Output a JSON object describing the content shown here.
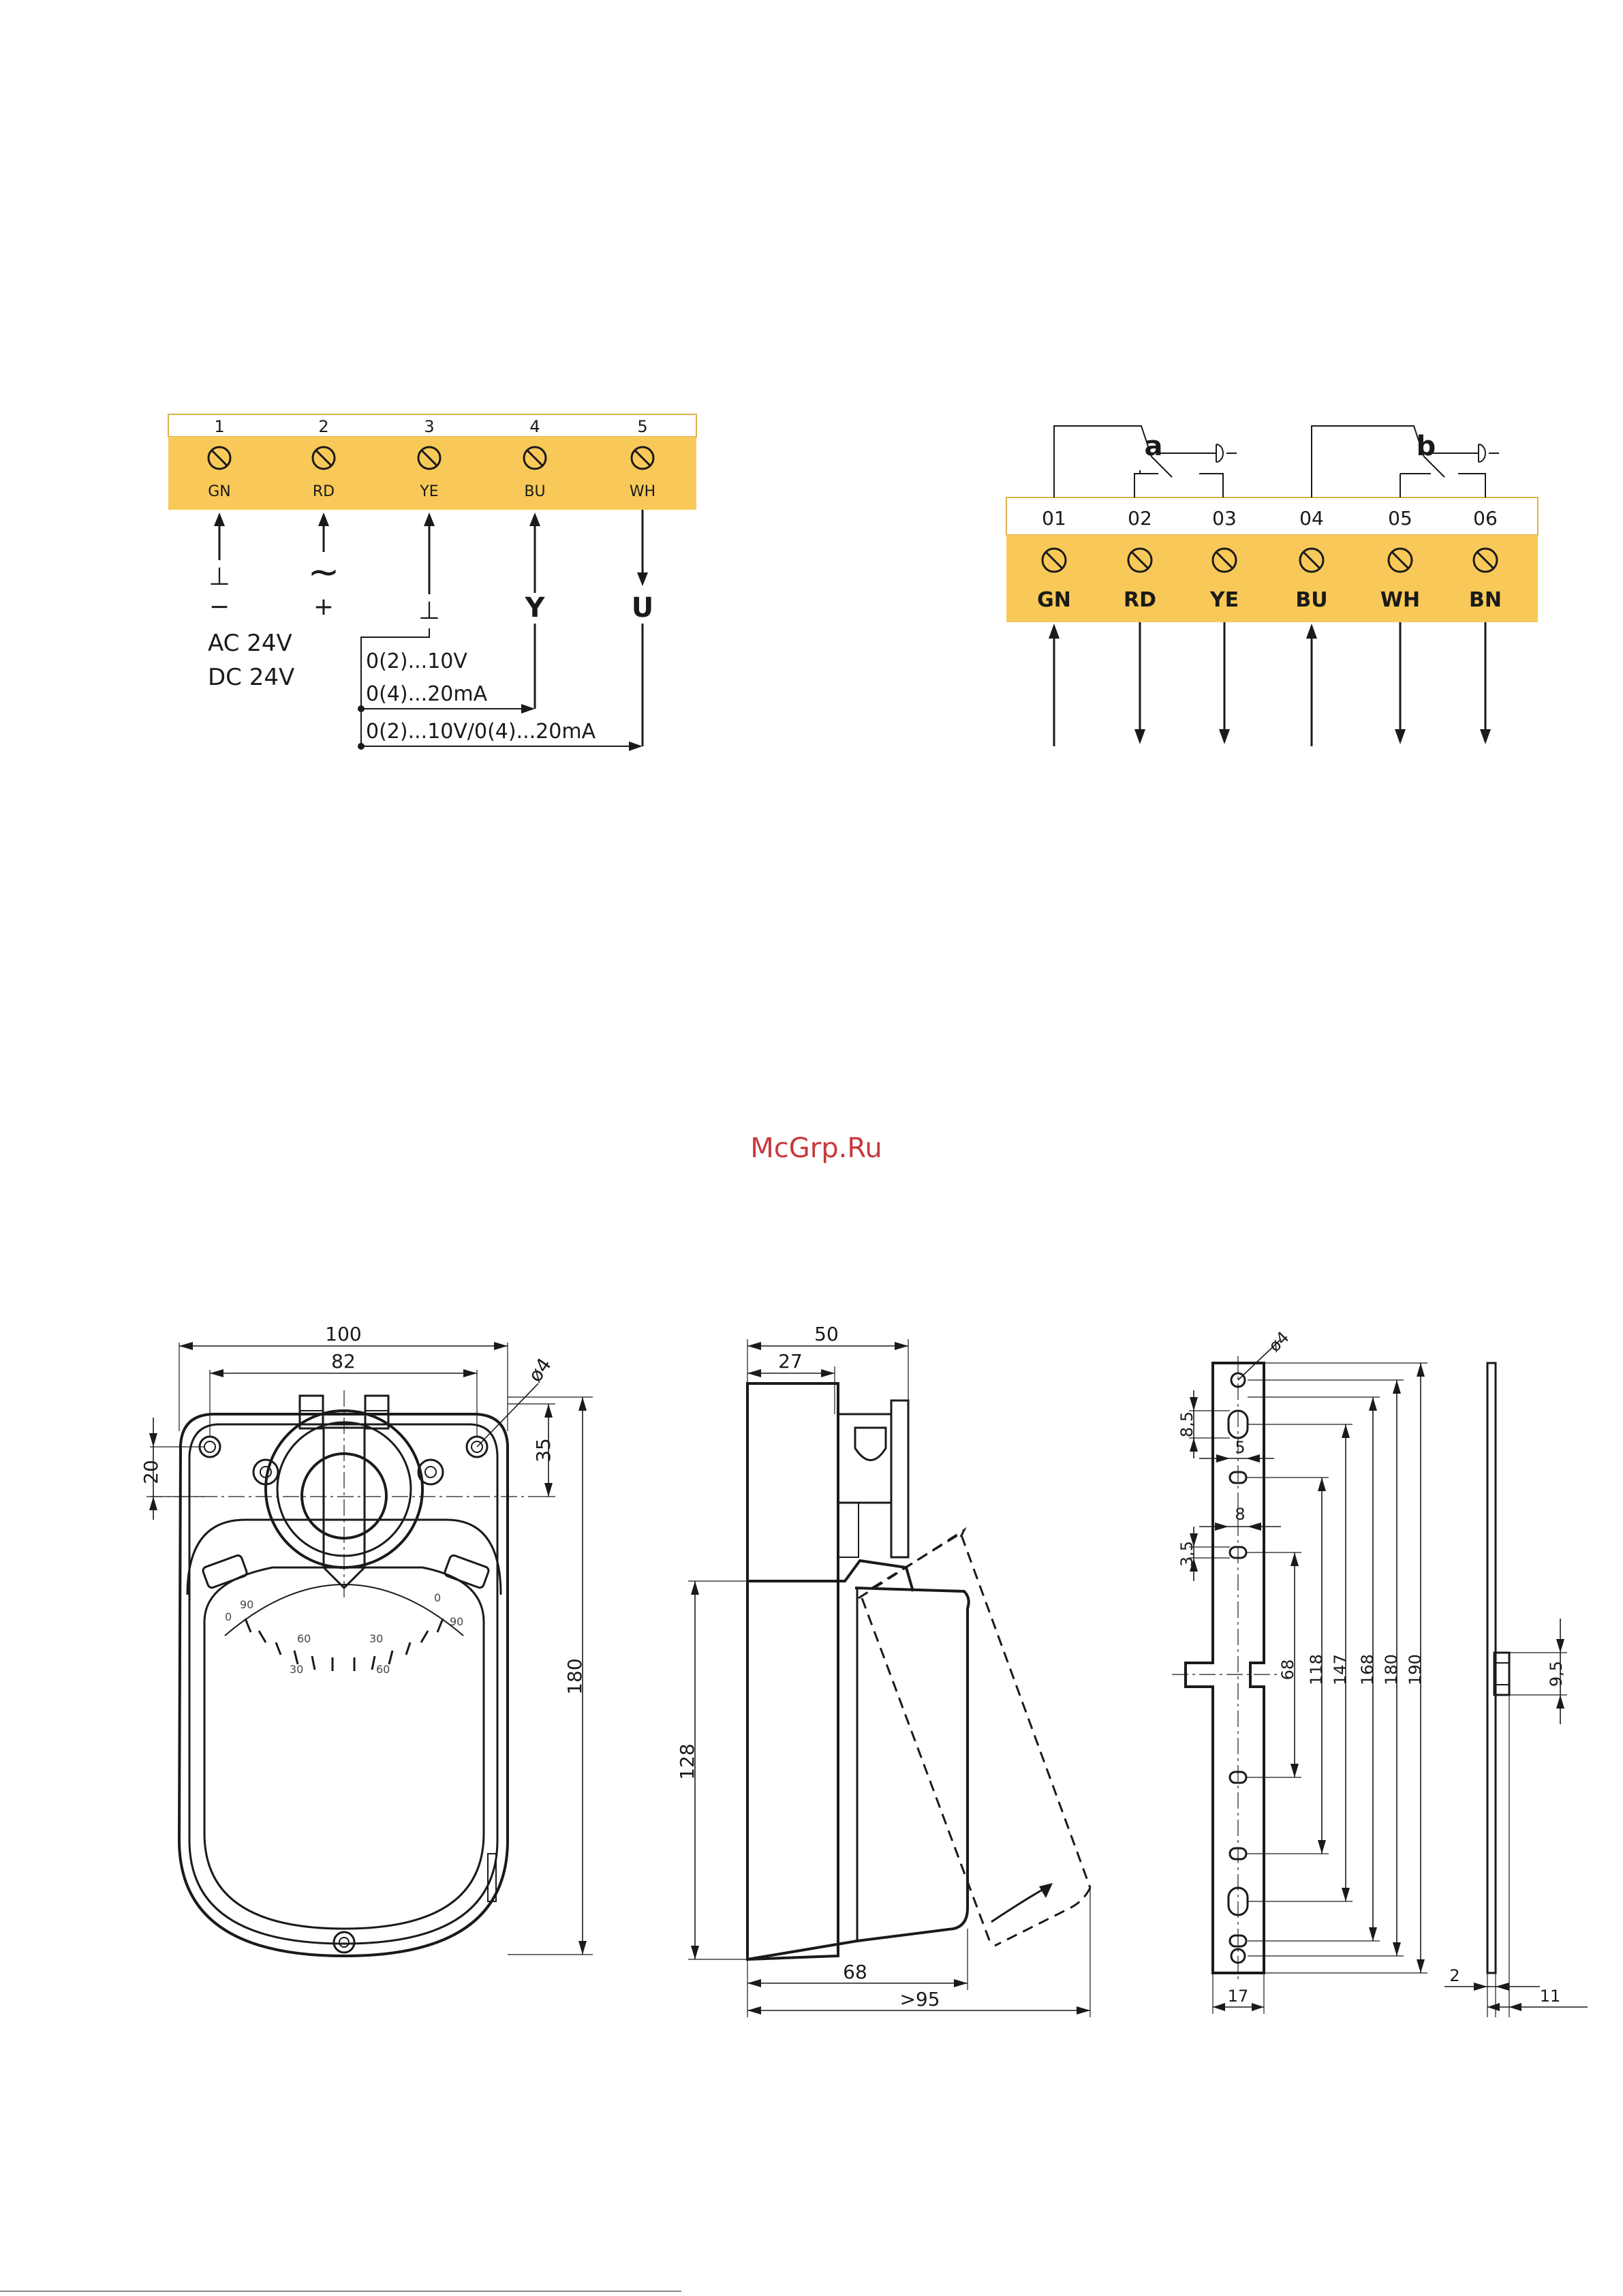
{
  "watermark": "McGrp.Ru",
  "block_a": {
    "terminals": [
      {
        "num": "1",
        "color": "GN"
      },
      {
        "num": "2",
        "color": "RD"
      },
      {
        "num": "3",
        "color": "YE"
      },
      {
        "num": "4",
        "color": "BU"
      },
      {
        "num": "5",
        "color": "WH"
      }
    ],
    "gnd_symbol": "⊥",
    "minus": "−",
    "tilde": "~",
    "plus": "+",
    "supply_ac": "AC 24V",
    "supply_dc": "DC 24V",
    "t3_symbol": "⊥",
    "y_label": "Y",
    "u_label": "U",
    "sig_1": "0(2)...10V",
    "sig_2": "0(4)...20mA",
    "sig_3": "0(2)...10V/0(4)...20mA",
    "accent_color": "#f8c958"
  },
  "block_b": {
    "switch_a": "a",
    "switch_b": "b",
    "terminals": [
      {
        "num": "01",
        "color": "GN"
      },
      {
        "num": "02",
        "color": "RD"
      },
      {
        "num": "03",
        "color": "YE"
      },
      {
        "num": "04",
        "color": "BU"
      },
      {
        "num": "05",
        "color": "WH"
      },
      {
        "num": "06",
        "color": "BN"
      }
    ]
  },
  "drawing_front": {
    "dims": [
      "100",
      "82",
      "ø4",
      "20",
      "35",
      "180"
    ],
    "scale_outer": [
      "0",
      "90",
      "0",
      "90"
    ],
    "scale_inner": [
      "60",
      "30",
      "30",
      "60"
    ],
    "scale_low": [
      "30",
      "60"
    ]
  },
  "drawing_side": {
    "dims": [
      "50",
      "27",
      "128",
      "68",
      ">95"
    ]
  },
  "drawing_bracket": {
    "dims": [
      "ø4",
      "8,5",
      "5",
      "8",
      "3,5",
      "68",
      "118",
      "147",
      "168",
      "180",
      "190",
      "17",
      "2",
      "11",
      "9,5"
    ]
  }
}
